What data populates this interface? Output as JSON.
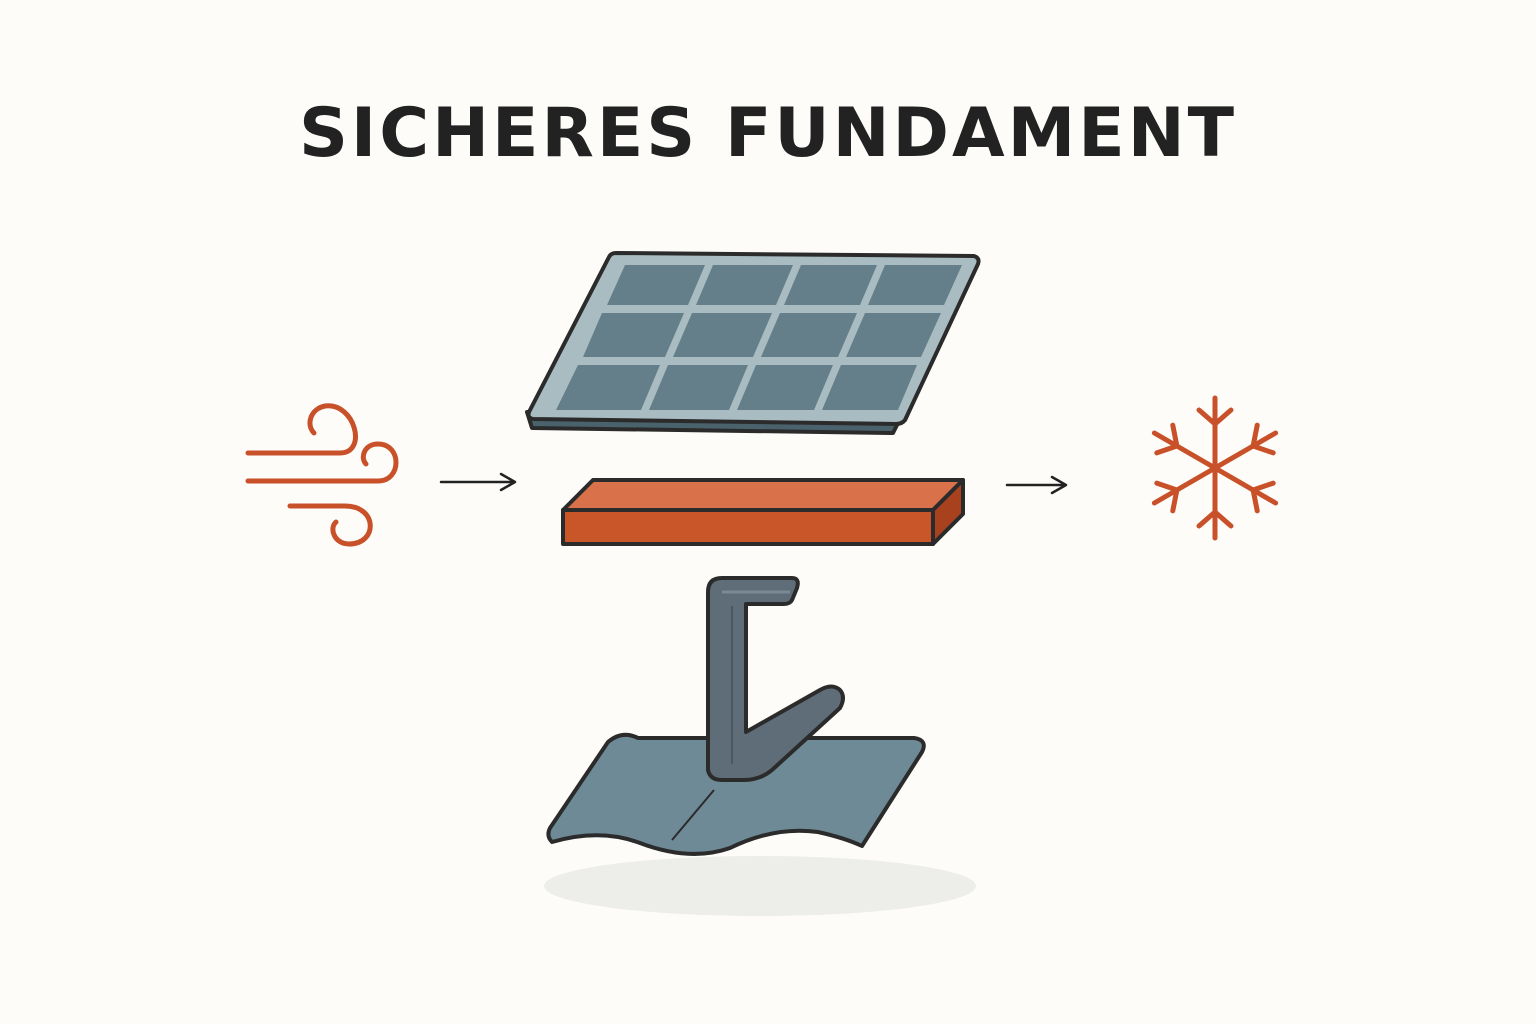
{
  "title": "SICHERES FUNDAMENT",
  "icons": {
    "left": "wind-icon",
    "right": "snowflake-icon"
  },
  "components": [
    "solar-panel",
    "mounting-rail",
    "roof-hook",
    "roof-tile"
  ],
  "colors": {
    "accent": "#c8512a",
    "panel_cell": "#647f89",
    "panel_frame": "#a9bcc2",
    "rail": "#c95628",
    "hook": "#5e6d77",
    "tile": "#6e8a96",
    "outline": "#2b2b2b",
    "background": "#fdfcf9"
  }
}
